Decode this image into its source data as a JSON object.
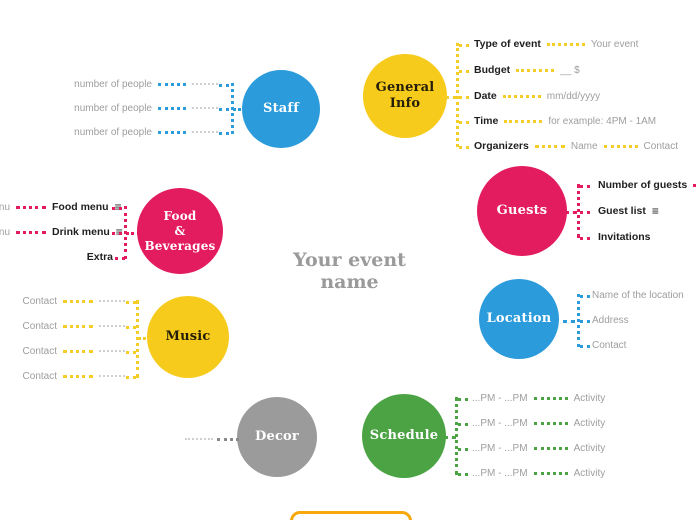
{
  "title": "Your event name",
  "icons": {
    "list": "≡"
  },
  "palette": {
    "yellow": "#F6CB1C",
    "blue": "#2B9BDC",
    "pink": "#E31C5F",
    "green": "#4BA344",
    "gray": "#9B9B9B",
    "amber": "#F6A80D",
    "text_gray": "#9E9E9E",
    "text_dark": "#1F1F1F"
  },
  "nodes": {
    "general_info": {
      "label": "General\nInfo",
      "items": [
        {
          "label": "Type of event",
          "value": "Your event"
        },
        {
          "label": "Budget",
          "value": "__ $"
        },
        {
          "label": "Date",
          "value": "mm/dd/yyyy"
        },
        {
          "label": "Time",
          "value": "for example: 4PM - 1AM"
        },
        {
          "label": "Organizers",
          "value": "Name",
          "value2": "Contact"
        }
      ]
    },
    "staff": {
      "label": "Staff",
      "items": [
        "number of people",
        "number of people",
        "number of people"
      ]
    },
    "guests": {
      "label": "Guests",
      "items": [
        {
          "label": "Number of guests"
        },
        {
          "label": "Guest list"
        },
        {
          "label": "Invitations"
        }
      ]
    },
    "food": {
      "label": "Food\n&\nBeverages",
      "items": [
        {
          "left": "Menu",
          "label": "Food menu"
        },
        {
          "left": "Menu",
          "label": "Drink menu"
        },
        {
          "label": "Extra"
        }
      ]
    },
    "music": {
      "label": "Music",
      "items": [
        "Contact",
        "Contact",
        "Contact",
        "Contact"
      ]
    },
    "location": {
      "label": "Location",
      "items": [
        "Name of the location",
        "Address",
        "Contact"
      ]
    },
    "decor": {
      "label": "Decor"
    },
    "schedule": {
      "label": "Schedule",
      "items": [
        {
          "time": "...PM - ...PM",
          "value": "Activity"
        },
        {
          "time": "...PM - ...PM",
          "value": "Activity"
        },
        {
          "time": "...PM - ...PM",
          "value": "Activity"
        },
        {
          "time": "...PM - ...PM",
          "value": "Activity"
        }
      ]
    }
  }
}
